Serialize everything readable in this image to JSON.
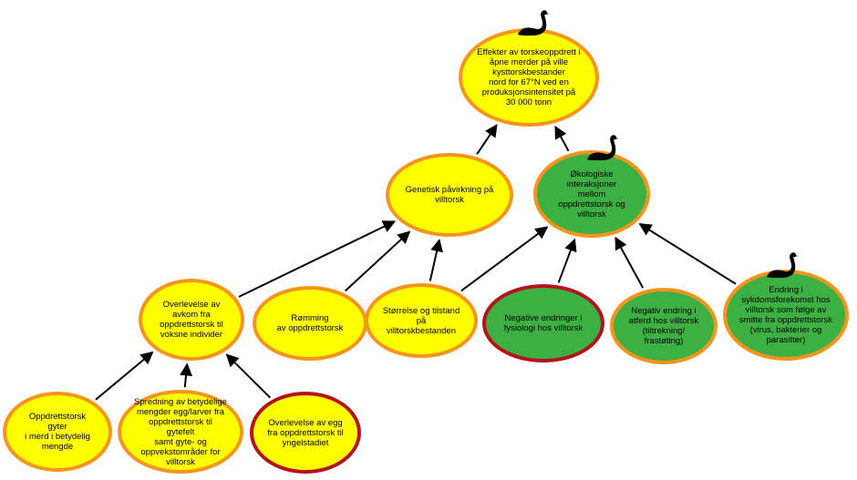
{
  "colors": {
    "yellow_fill": "#FFFF00",
    "green_fill": "#3CB043",
    "orange_border": "#F7941D",
    "red_border": "#B5121B",
    "arrow": "#000000",
    "swan": "#000000"
  },
  "nodes": {
    "top": {
      "text": "Effekter av torskeoppdrett i\nåpne merder på ville\nkysttorskbestander\nnord for 67°N ved en\nproduksjonsintensitet på\n30 000 tonn",
      "fill": "yellow",
      "border": "orange"
    },
    "genetic": {
      "text": "Genetisk påvirkning på\nvilltorsk",
      "fill": "yellow",
      "border": "orange"
    },
    "ecological": {
      "text": "Økologiske interaksjoner\nmellom\noppdrettstorsk og\nvilltorsk",
      "fill": "green",
      "border": "orange"
    },
    "survival_offspring": {
      "text": "Overlevelse av\navkom fra\noppdrettstorsk til\nvoksne individer",
      "fill": "yellow",
      "border": "orange"
    },
    "escape": {
      "text": "Rømming\nav oppdrettstorsk",
      "fill": "yellow",
      "border": "orange"
    },
    "size_state": {
      "text": "Størrelse og tilstand\npå villtorskbestanden",
      "fill": "yellow",
      "border": "orange"
    },
    "physiology": {
      "text": "Negative endringer i\nfysiologi hos villtorsk",
      "fill": "green",
      "border": "red"
    },
    "behaviour": {
      "text": "Negativ endring i\natferd hos villtorsk\n(tiltrekning/\nfrastøting)",
      "fill": "green",
      "border": "orange"
    },
    "disease": {
      "text": "Endring i\nsykdomsforekomst hos\nvilltorsk som følge av\nsmitte fra oppdrettstorsk\n(virus, bakterier og\nparasitter)",
      "fill": "green",
      "border": "orange"
    },
    "spawning_pen": {
      "text": "Oppdrettstorsk gyter\ni merd i betydelig\nmengde",
      "fill": "yellow",
      "border": "orange"
    },
    "spread_eggs": {
      "text": "Spredning av betydelige\nmengder egg/larver fra\noppdrettstorsk til gytefelt\nsamt gyte- og\noppvekstområder for\nvilltorsk",
      "fill": "yellow",
      "border": "orange"
    },
    "egg_survival": {
      "text": "Overlevelse av egg\nfra oppdrettstorsk til\nyngelstadiet",
      "fill": "yellow",
      "border": "red"
    }
  },
  "edges": [
    {
      "from": "genetic",
      "to": "top"
    },
    {
      "from": "ecological",
      "to": "top"
    },
    {
      "from": "survival_offspring",
      "to": "genetic"
    },
    {
      "from": "escape",
      "to": "genetic"
    },
    {
      "from": "size_state",
      "to": "genetic"
    },
    {
      "from": "size_state",
      "to": "ecological"
    },
    {
      "from": "physiology",
      "to": "ecological"
    },
    {
      "from": "behaviour",
      "to": "ecological"
    },
    {
      "from": "disease",
      "to": "ecological"
    },
    {
      "from": "spawning_pen",
      "to": "survival_offspring"
    },
    {
      "from": "spread_eggs",
      "to": "survival_offspring"
    },
    {
      "from": "egg_survival",
      "to": "survival_offspring"
    }
  ],
  "swan_icons": [
    "top",
    "ecological",
    "disease"
  ]
}
